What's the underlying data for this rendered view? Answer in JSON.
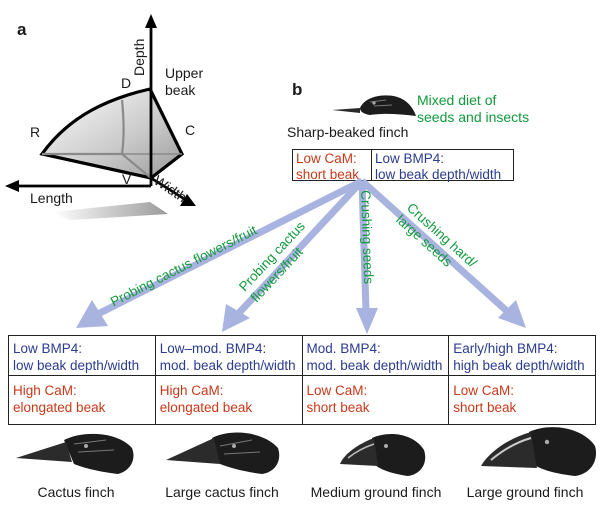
{
  "panel_a": {
    "letter": "a",
    "axis_depth": "Depth",
    "axis_length": "Length",
    "axis_width": "Width",
    "upper_beak": [
      "Upper",
      "beak"
    ],
    "point_D": "D",
    "point_R": "R",
    "point_C": "C",
    "point_V": "V"
  },
  "panel_b": {
    "letter": "b",
    "top_finch_label": "Sharp-beaked finch",
    "diet": [
      "Mixed diet of",
      "seeds and insects"
    ],
    "ancestor_box": {
      "cam": [
        "Low CaM:",
        "short beak"
      ],
      "bmp4": [
        "Low BMP4:",
        "low beak depth/width"
      ]
    },
    "arrows": [
      {
        "label": [
          "Probing cactus flowers/fruit"
        ]
      },
      {
        "label": [
          "Probing cactus",
          "flowers/fruit"
        ]
      },
      {
        "label": [
          "Crushing seeds"
        ]
      },
      {
        "label": [
          "Crushing hard/",
          "large seeds"
        ]
      }
    ],
    "species": [
      {
        "bmp4": [
          "Low BMP4:",
          "low beak depth/width"
        ],
        "cam": [
          "High CaM:",
          "elongated beak"
        ],
        "name": "Cactus finch"
      },
      {
        "bmp4": [
          "Low–mod. BMP4:",
          "mod. beak depth/width"
        ],
        "cam": [
          "High CaM:",
          "elongated beak"
        ],
        "name": "Large cactus finch"
      },
      {
        "bmp4": [
          "Mod. BMP4:",
          "mod. beak depth/width"
        ],
        "cam": [
          "Low CaM:",
          "short beak"
        ],
        "name": "Medium ground finch"
      },
      {
        "bmp4": [
          "Early/high BMP4:",
          "high beak depth/width"
        ],
        "cam": [
          "Low CaM:",
          "short beak"
        ],
        "name": "Large ground finch"
      }
    ]
  },
  "colors": {
    "bmp4_text": "#2b3b8f",
    "cam_text": "#c8391a",
    "behavior_text": "#119a3c",
    "arrow_fill": "#a9b3e0"
  }
}
